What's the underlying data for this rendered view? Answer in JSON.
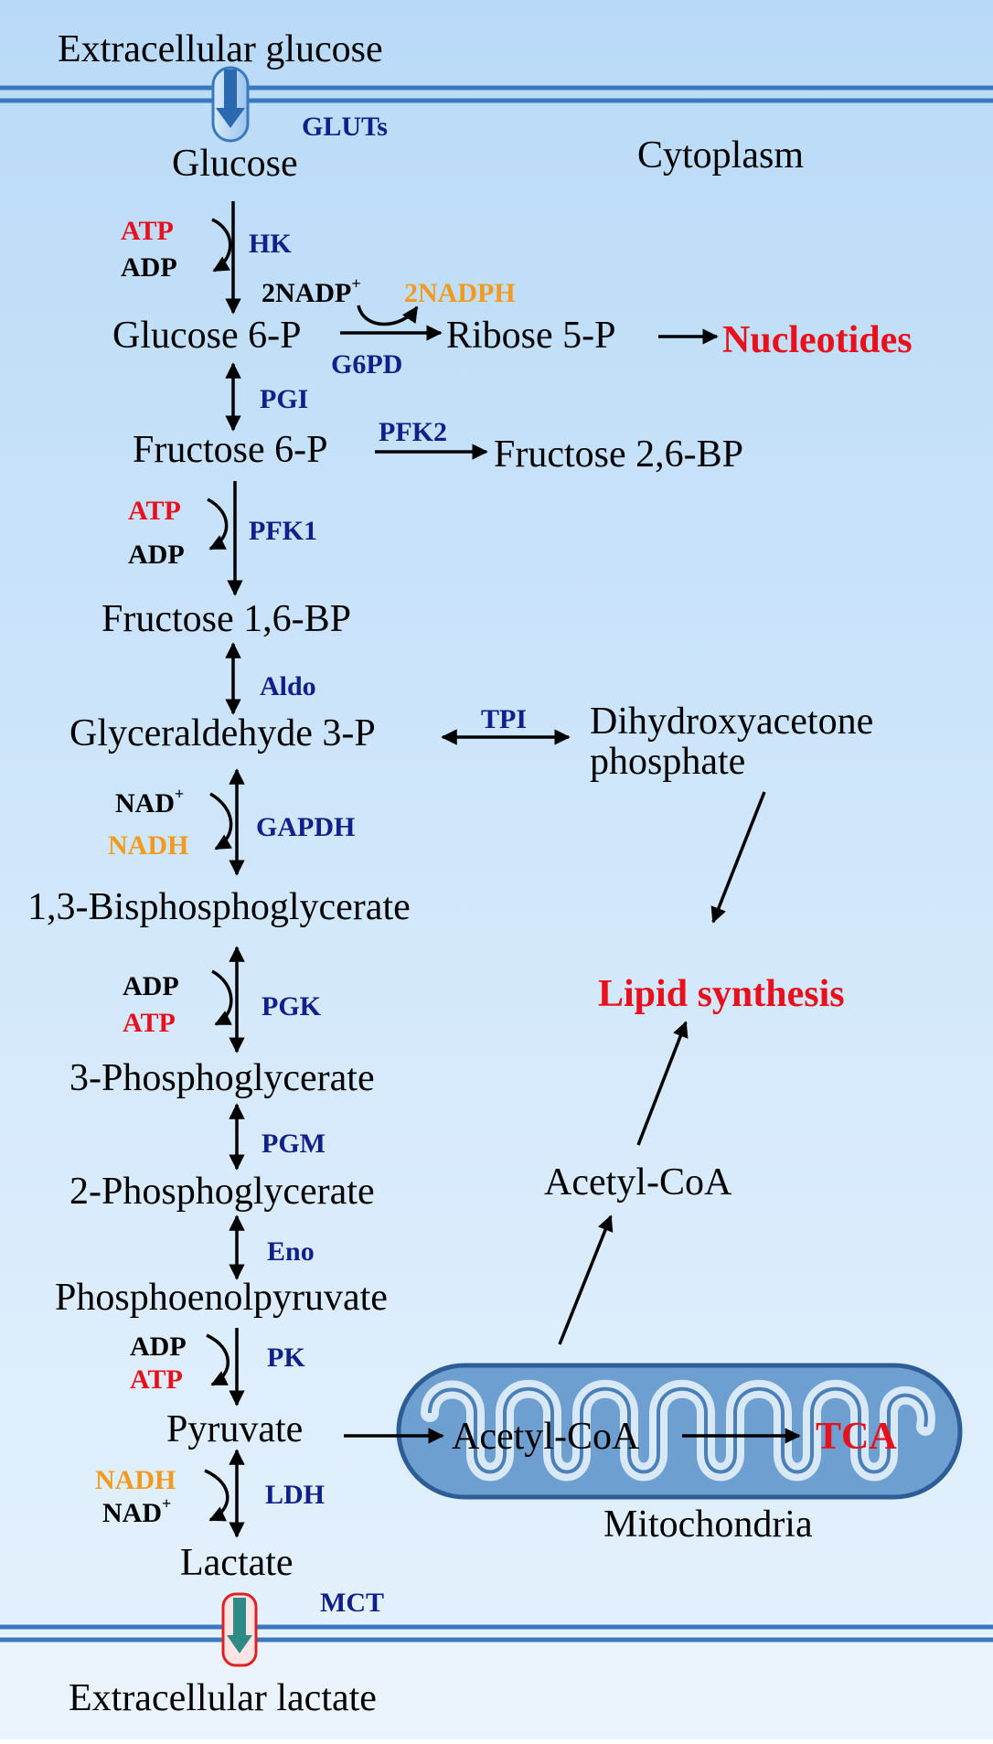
{
  "colors": {
    "enzyme": "#10208a",
    "atp": "#e8101c",
    "nadh": "#f29a1f",
    "product": "#e8101c",
    "membrane": "#3a78c0"
  },
  "compartments": {
    "extracellular_top": "Extracellular glucose",
    "cytoplasm": "Cytoplasm",
    "mitochondria": "Mitochondria",
    "extracellular_bottom": "Extracellular lactate"
  },
  "transporters": {
    "glucose": "GLUTs",
    "lactate": "MCT"
  },
  "metabolites": {
    "glucose": "Glucose",
    "g6p": "Glucose 6-P",
    "r5p": "Ribose 5-P",
    "f6p": "Fructose 6-P",
    "f26bp": "Fructose 2,6-BP",
    "f16bp": "Fructose 1,6-BP",
    "g3p": "Glyceraldehyde 3-P",
    "dhap_line1": "Dihydroxyacetone",
    "dhap_line2": "phosphate",
    "bpg": "1,3-Bisphosphoglycerate",
    "pg3": "3-Phosphoglycerate",
    "pg2": "2-Phosphoglycerate",
    "pep": "Phosphoenolpyruvate",
    "pyruvate": "Pyruvate",
    "lactate": "Lactate",
    "acetylcoa_cyto": "Acetyl-CoA",
    "acetylcoa_mito": "Acetyl-CoA"
  },
  "enzymes": {
    "hk": "HK",
    "g6pd": "G6PD",
    "pgi": "PGI",
    "pfk2": "PFK2",
    "pfk1": "PFK1",
    "aldo": "Aldo",
    "tpi": "TPI",
    "gapdh": "GAPDH",
    "pgk": "PGK",
    "pgm": "PGM",
    "eno": "Eno",
    "pk": "PK",
    "ldh": "LDH"
  },
  "cofactors": {
    "hk_in": "ATP",
    "hk_out": "ADP",
    "g6pd_in": "2NADP",
    "g6pd_in_sup": "+",
    "g6pd_out": "2NADPH",
    "pfk1_in": "ATP",
    "pfk1_out": "ADP",
    "gapdh_in": "NAD",
    "gapdh_in_sup": "+",
    "gapdh_out": "NADH",
    "pgk_in": "ADP",
    "pgk_out": "ATP",
    "pk_in": "ADP",
    "pk_out": "ATP",
    "ldh_in": "NADH",
    "ldh_out": "NAD",
    "ldh_out_sup": "+"
  },
  "outputs": {
    "nucleotides": "Nucleotides",
    "lipid_synthesis": "Lipid synthesis",
    "tca": "TCA"
  }
}
